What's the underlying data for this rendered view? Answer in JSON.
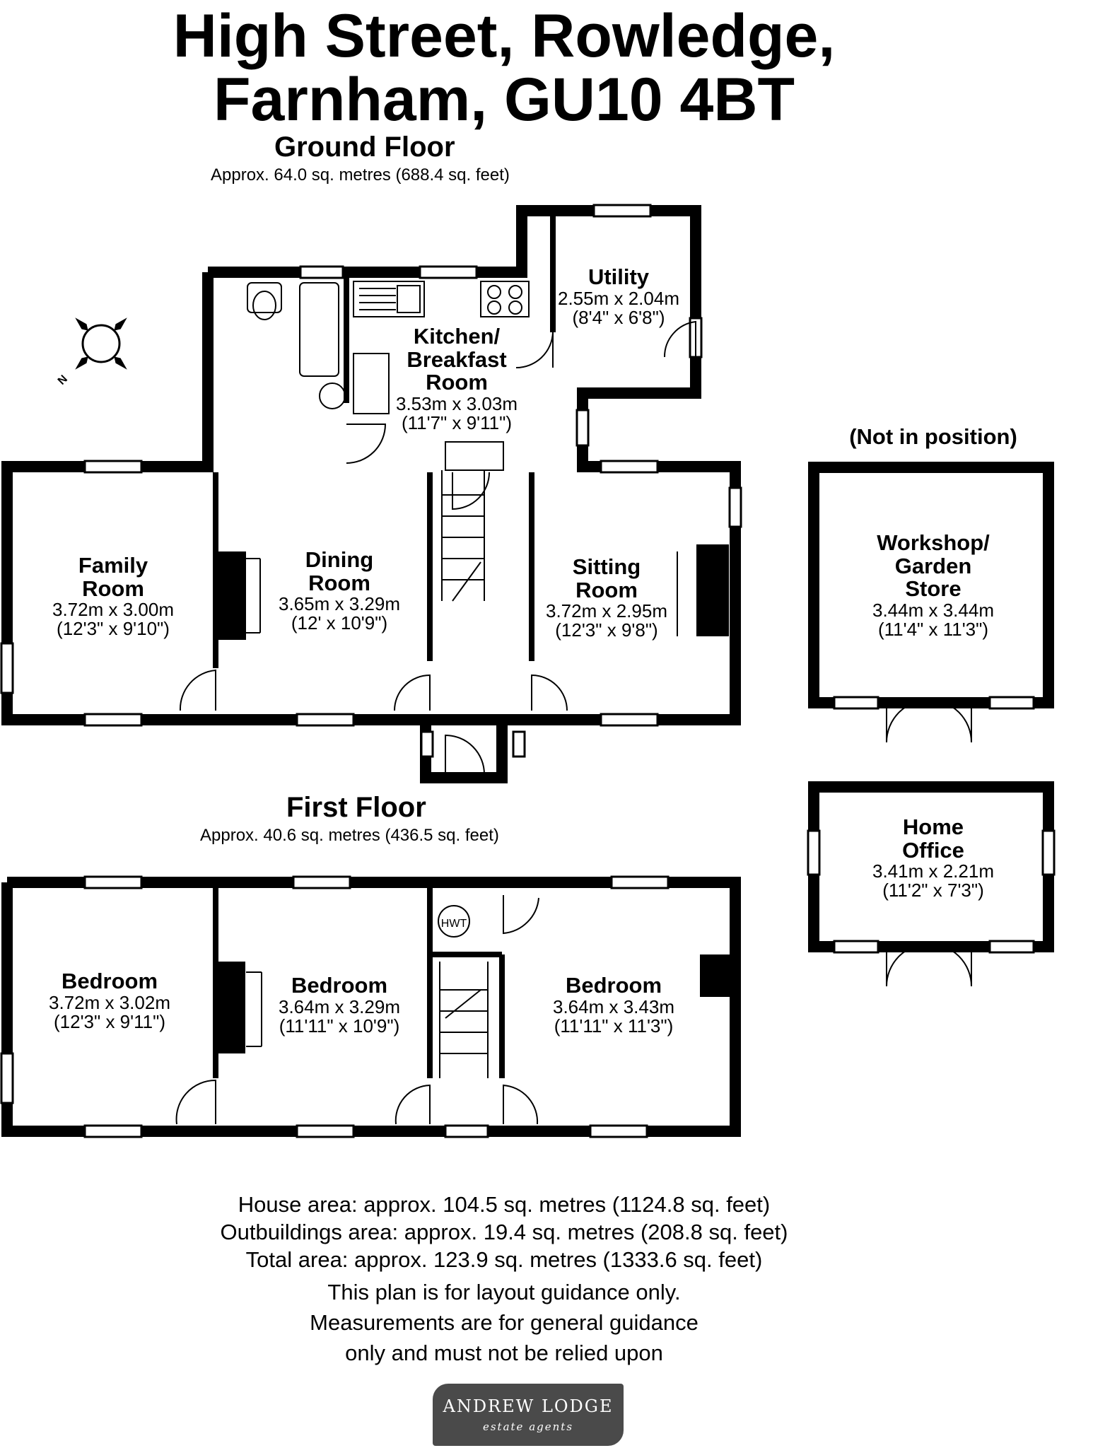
{
  "address": {
    "line1": "High Street, Rowledge,",
    "line2": "Farnham, GU10 4BT"
  },
  "ground_floor": {
    "title": "Ground Floor",
    "area": "Approx. 64.0 sq. metres (688.4 sq. feet)",
    "rooms": [
      {
        "name_lines": [
          "Kitchen/",
          "Breakfast",
          "Room"
        ],
        "metric": "3.53m x 3.03m",
        "imperial": "(11'7\" x 9'11\")"
      },
      {
        "name_lines": [
          "Utility"
        ],
        "metric": "2.55m x 2.04m",
        "imperial": "(8'4\" x 6'8\")"
      },
      {
        "name_lines": [
          "Family",
          "Room"
        ],
        "metric": "3.72m x 3.00m",
        "imperial": "(12'3\" x 9'10\")"
      },
      {
        "name_lines": [
          "Dining",
          "Room"
        ],
        "metric": "3.65m x 3.29m",
        "imperial": "(12' x 10'9\")"
      },
      {
        "name_lines": [
          "Sitting",
          "Room"
        ],
        "metric": "3.72m x 2.95m",
        "imperial": "(12'3\" x 9'8\")"
      }
    ]
  },
  "first_floor": {
    "title": "First Floor",
    "area": "Approx. 40.6 sq. metres (436.5 sq. feet)",
    "rooms": [
      {
        "name_lines": [
          "Bedroom"
        ],
        "metric": "3.72m x 3.02m",
        "imperial": "(12'3\" x 9'11\")"
      },
      {
        "name_lines": [
          "Bedroom"
        ],
        "metric": "3.64m x 3.29m",
        "imperial": "(11'11\" x 10'9\")"
      },
      {
        "name_lines": [
          "Bedroom"
        ],
        "metric": "3.64m x 3.43m",
        "imperial": "(11'11\" x 11'3\")"
      }
    ],
    "hwt_label": "HWT"
  },
  "outbuildings": {
    "note": "(Not in position)",
    "rooms": [
      {
        "name_lines": [
          "Workshop/",
          "Garden",
          "Store"
        ],
        "metric": "3.44m x 3.44m",
        "imperial": "(11'4\" x 11'3\")"
      },
      {
        "name_lines": [
          "Home",
          "Office"
        ],
        "metric": "3.41m x 2.21m",
        "imperial": "(11'2\" x 7'3\")"
      }
    ]
  },
  "compass": {
    "icon": "compass-icon",
    "north_label": "N"
  },
  "summary": {
    "house": "House area: approx. 104.5 sq. metres (1124.8 sq. feet)",
    "outbuildings": "Outbuildings area: approx. 19.4 sq. metres (208.8 sq. feet)",
    "total": "Total area: approx. 123.9 sq. metres (1333.6 sq. feet)"
  },
  "disclaimer": [
    "This plan is for layout guidance only.",
    "Measurements are for general guidance",
    "only and must not be relied upon"
  ],
  "logo": {
    "name": "ANDREW LODGE",
    "tagline": "estate agents"
  },
  "colors": {
    "wall": "#000000",
    "logo_bg": "#4a4a4a"
  }
}
